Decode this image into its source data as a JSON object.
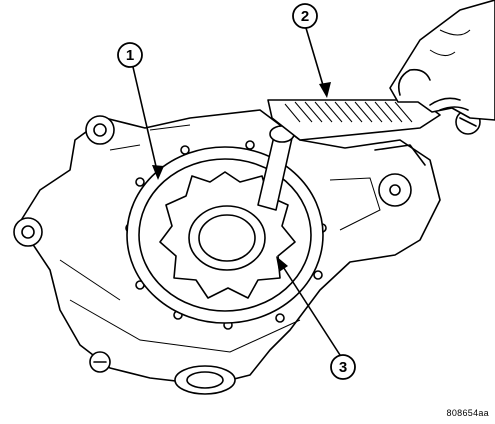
{
  "callouts": [
    {
      "id": "1",
      "label": "1"
    },
    {
      "id": "2",
      "label": "2"
    },
    {
      "id": "3",
      "label": "3"
    }
  ],
  "figure_id": "808654aa"
}
